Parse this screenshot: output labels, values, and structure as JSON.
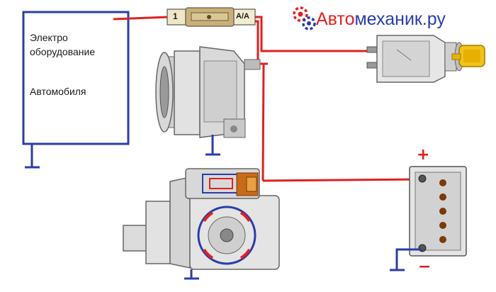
{
  "equipment_box": {
    "line1": "Электро",
    "line2": "оборудование",
    "line3": "Автомобиля"
  },
  "fuse": {
    "number": "1",
    "terminal": "A/A"
  },
  "logo": {
    "part1": "Авто",
    "part2": "механик.ру",
    "color1": "#e02020",
    "color2": "#2a3ea8",
    "icon": "gears-icon"
  },
  "battery": {
    "plus_sign": "+",
    "minus_sign": "−"
  },
  "colors": {
    "positive_wire": "#e02020",
    "ground_wire": "#2a3ea8",
    "metal": "#b8b8b8",
    "metal_dark": "#6e6e6e"
  }
}
